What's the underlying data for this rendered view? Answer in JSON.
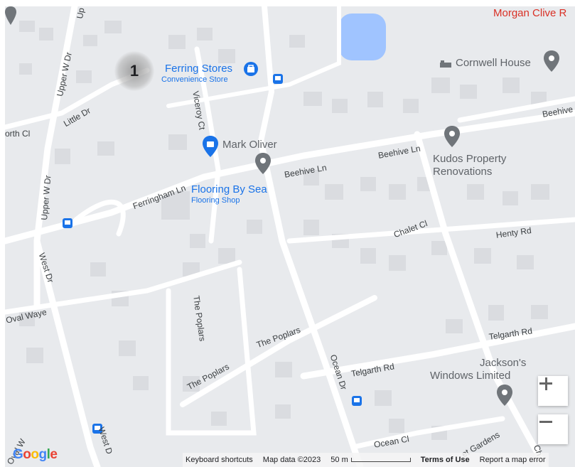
{
  "map": {
    "cluster": {
      "count": "1"
    },
    "places": [
      {
        "id": "ferring-stores",
        "name": "Ferring Stores",
        "category": "Convenience Store",
        "icon": "shopping-bag-icon"
      },
      {
        "id": "flooring-by-sea",
        "name": "Flooring By Sea",
        "category": "Flooring Shop",
        "icon": "shopping-bag-icon"
      },
      {
        "id": "mark-oliver",
        "name": "Mark Oliver",
        "icon": "place-pin-icon"
      },
      {
        "id": "cornwell-house",
        "name": "Cornwell House",
        "icon": "place-pin-icon"
      },
      {
        "id": "kudos",
        "name_line1": "Kudos Property",
        "name_line2": "Renovations",
        "icon": "place-pin-icon"
      },
      {
        "id": "jacksons",
        "name_line1": "Jackson's",
        "name_line2": "Windows Limited",
        "icon": "place-pin-icon"
      },
      {
        "id": "morgan-clive",
        "name": "Morgan Clive R"
      }
    ],
    "roads": {
      "upper_w_dr": "Upper W Dr",
      "little_dr": "Little Dr",
      "north_cl": "orth Cl",
      "viceroy_ct": "Viceroy Ct",
      "ferringham_ln": "Ferringham Ln",
      "beehive_ln_1": "Beehive Ln",
      "beehive_ln_2": "Beehive Ln",
      "beehive_ln_3": "Beehive",
      "chalet_cl": "Chalet Cl",
      "henty_rd": "Henty Rd",
      "west_dr": "West Dr",
      "west_dr_2": "West D",
      "oval_waye": "Oval Waye",
      "oval_waye_2": "Oval W",
      "the_poplars_1": "The Poplars",
      "the_poplars_2": "The Poplars",
      "the_poplars_3": "The Poplars",
      "telgarth_rd_1": "Telgarth Rd",
      "telgarth_rd_2": "Telgarth Rd",
      "ocean_dr": "Ocean Dr",
      "ocean_cl": "Ocean Cl",
      "gardens": "et Gardens",
      "up": "Up",
      "ch": "Ch"
    },
    "transit_icon": "bus-stop-icon"
  },
  "controls": {
    "zoom_in": "+",
    "zoom_out": "−"
  },
  "attribution": {
    "logo": "Google",
    "keyboard_shortcuts": "Keyboard shortcuts",
    "map_data": "Map data ©2023",
    "scale_label": "50 m",
    "terms": "Terms of Use",
    "report": "Report a map error"
  },
  "colors": {
    "background": "#e8eaed",
    "road": "#ffffff",
    "building": "#dadce0",
    "water": "#a0c4ff",
    "poi_blue": "#1a73e8",
    "pin_grey": "#70757a",
    "label_red": "#d93025"
  }
}
